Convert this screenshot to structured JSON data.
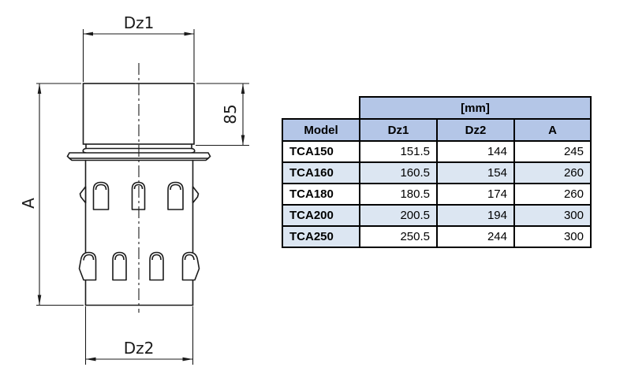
{
  "diagram": {
    "labels": {
      "top_diameter": "Dz1",
      "bottom_diameter": "Dz2",
      "total_height": "A",
      "collar_height": "85"
    }
  },
  "table": {
    "unit_header": "[mm]",
    "columns": [
      "Model",
      "Dz1",
      "Dz2",
      "A"
    ],
    "rows": [
      {
        "model": "TCA150",
        "dz1": "151.5",
        "dz2": "144",
        "a": "245"
      },
      {
        "model": "TCA160",
        "dz1": "160.5",
        "dz2": "154",
        "a": "260"
      },
      {
        "model": "TCA180",
        "dz1": "180.5",
        "dz2": "174",
        "a": "260"
      },
      {
        "model": "TCA200",
        "dz1": "200.5",
        "dz2": "194",
        "a": "300"
      },
      {
        "model": "TCA250",
        "dz1": "250.5",
        "dz2": "244",
        "a": "300"
      }
    ],
    "colors": {
      "header_bg": "#b4c6e7",
      "band_bg": "#dce6f2",
      "border": "#000000"
    }
  }
}
